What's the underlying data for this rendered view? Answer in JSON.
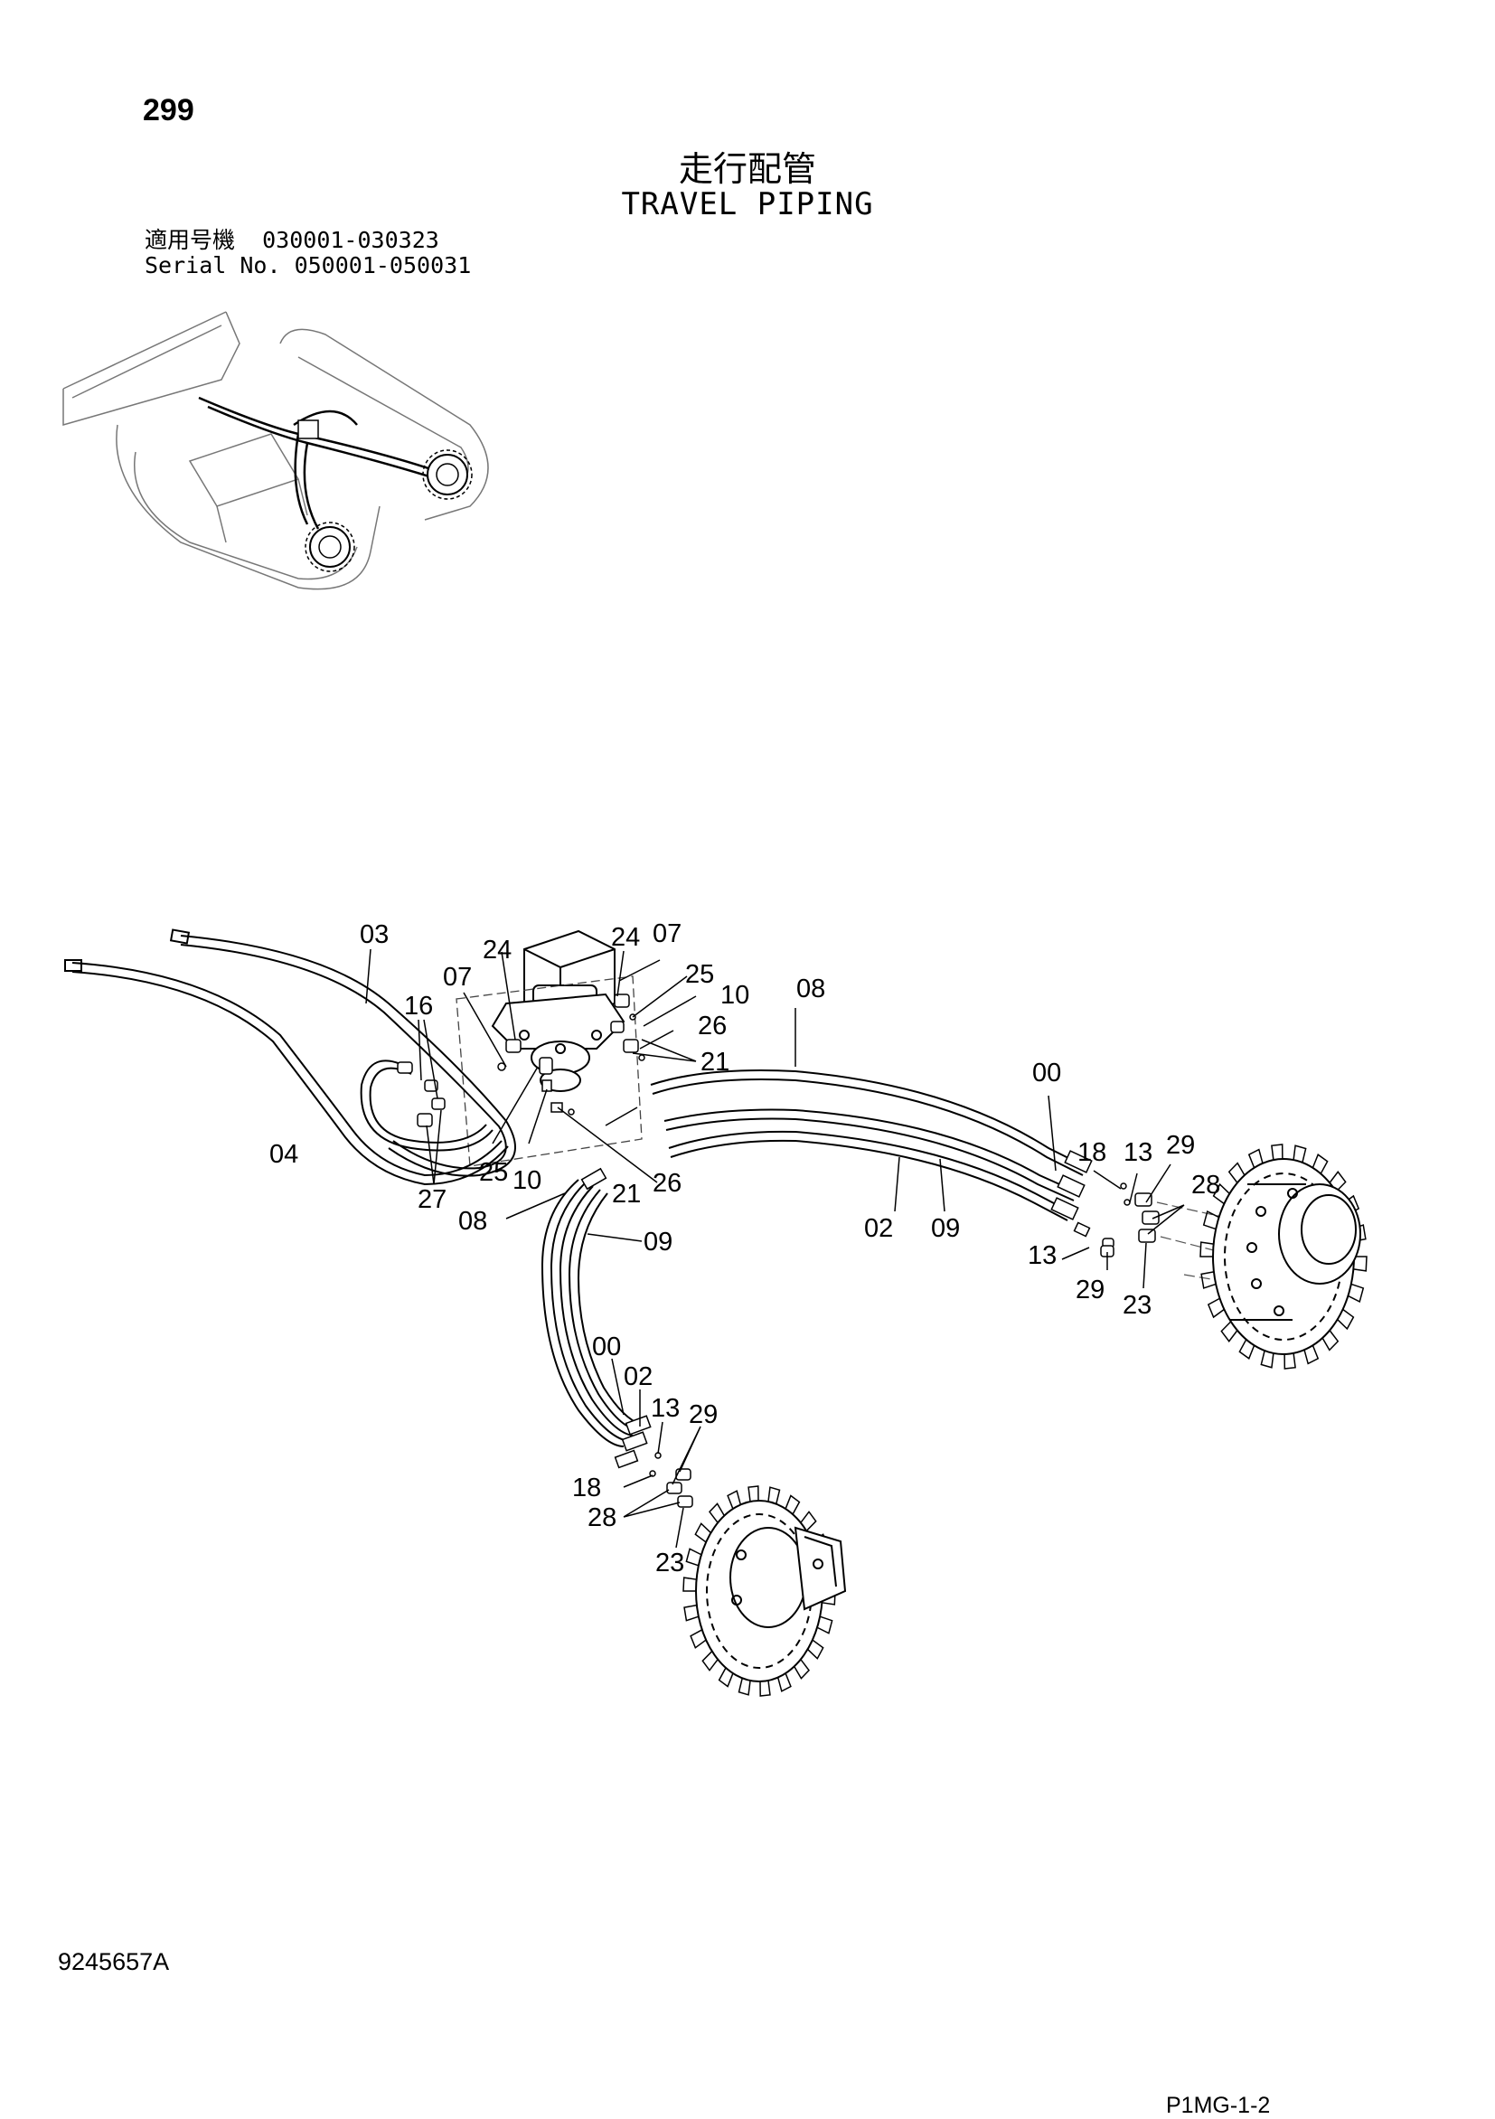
{
  "header": {
    "page_number": "299",
    "title_jp": "走行配管",
    "title_en": "TRAVEL PIPING",
    "serial_line1_label": "適用号機",
    "serial_line1_range": "030001-030323",
    "serial_line2_label": "Serial No.",
    "serial_line2_range": "050001-050031"
  },
  "footer": {
    "document_number": "9245657A",
    "page_code": "P1MG-1-2"
  },
  "callouts": [
    {
      "id": "c03",
      "text": "03"
    },
    {
      "id": "c24a",
      "text": "24"
    },
    {
      "id": "c24b",
      "text": "24"
    },
    {
      "id": "c07a",
      "text": "07"
    },
    {
      "id": "c07b",
      "text": "07"
    },
    {
      "id": "c25a",
      "text": "25"
    },
    {
      "id": "c10a",
      "text": "10"
    },
    {
      "id": "c08a",
      "text": "08"
    },
    {
      "id": "c16",
      "text": "16"
    },
    {
      "id": "c26a",
      "text": "26"
    },
    {
      "id": "c21a",
      "text": "21"
    },
    {
      "id": "c00a",
      "text": "00"
    },
    {
      "id": "c04",
      "text": "04"
    },
    {
      "id": "c25b",
      "text": "25"
    },
    {
      "id": "c10b",
      "text": "10"
    },
    {
      "id": "c26b",
      "text": "26"
    },
    {
      "id": "c18a",
      "text": "18"
    },
    {
      "id": "c13a",
      "text": "13"
    },
    {
      "id": "c29a",
      "text": "29"
    },
    {
      "id": "c28a",
      "text": "28"
    },
    {
      "id": "c27",
      "text": "27"
    },
    {
      "id": "c21b",
      "text": "21"
    },
    {
      "id": "c08b",
      "text": "08"
    },
    {
      "id": "c09a",
      "text": "09"
    },
    {
      "id": "c02a",
      "text": "02"
    },
    {
      "id": "c09b",
      "text": "09"
    },
    {
      "id": "c13b",
      "text": "13"
    },
    {
      "id": "c29b",
      "text": "29"
    },
    {
      "id": "c23a",
      "text": "23"
    },
    {
      "id": "c00b",
      "text": "00"
    },
    {
      "id": "c02b",
      "text": "02"
    },
    {
      "id": "c13c",
      "text": "13"
    },
    {
      "id": "c29c",
      "text": "29"
    },
    {
      "id": "c18b",
      "text": "18"
    },
    {
      "id": "c28b",
      "text": "28"
    },
    {
      "id": "c23b",
      "text": "23"
    }
  ]
}
